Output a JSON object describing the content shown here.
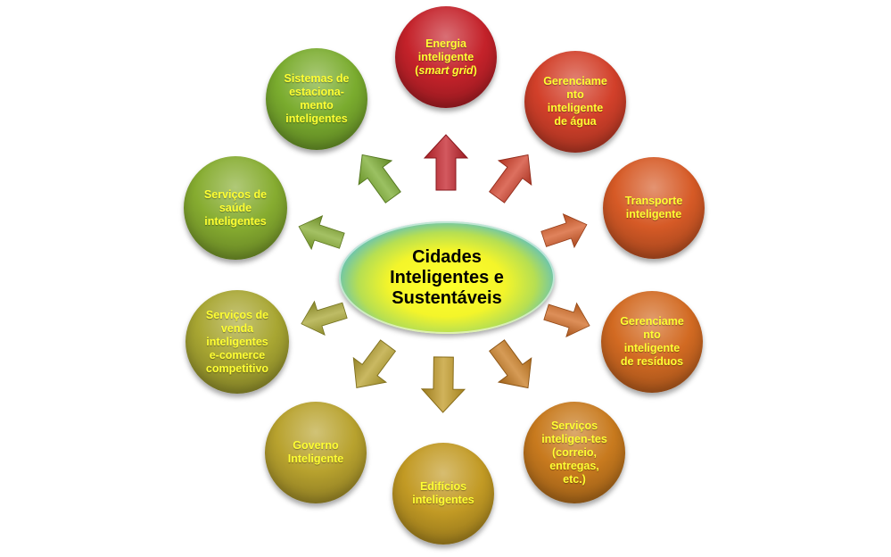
{
  "center": {
    "text": "Cidades\nInteligentes e\nSustentáveis"
  },
  "nodes": [
    {
      "id": "energia",
      "text": "Energia\ninteligente",
      "italic": "smart grid",
      "color": "#c4222a"
    },
    {
      "id": "agua",
      "text": "Gerenciame\nnto\ninteligente\nde água",
      "color": "#d2402a"
    },
    {
      "id": "transporte",
      "text": "Transporte\ninteligente",
      "color": "#d65a26"
    },
    {
      "id": "residuos",
      "text": "Gerenciame\nnto\ninteligente\nde resíduos",
      "color": "#d26a22"
    },
    {
      "id": "servicos",
      "text": "Serviços\ninteligen-tes\n(correio,\nentregas,\netc.)",
      "color": "#c87a1e"
    },
    {
      "id": "edificios",
      "text": "Edifícios\ninteligentes",
      "color": "#c29a24"
    },
    {
      "id": "governo",
      "text": "Governo\nInteligente",
      "color": "#b8a22e"
    },
    {
      "id": "venda",
      "text": "Serviços de\nvenda\ninteligentes\ne-comerce\ncompetitivo",
      "color": "#a8a632"
    },
    {
      "id": "saude",
      "text": "Serviços de\nsaúde\ninteligentes",
      "color": "#86ac30"
    },
    {
      "id": "estacionamento",
      "text": "Sistemas de\nestaciona-\nmento\ninteligentes",
      "color": "#7aac2e"
    }
  ],
  "colors": {
    "node_text": "#ffff33",
    "center_text": "#000000"
  }
}
